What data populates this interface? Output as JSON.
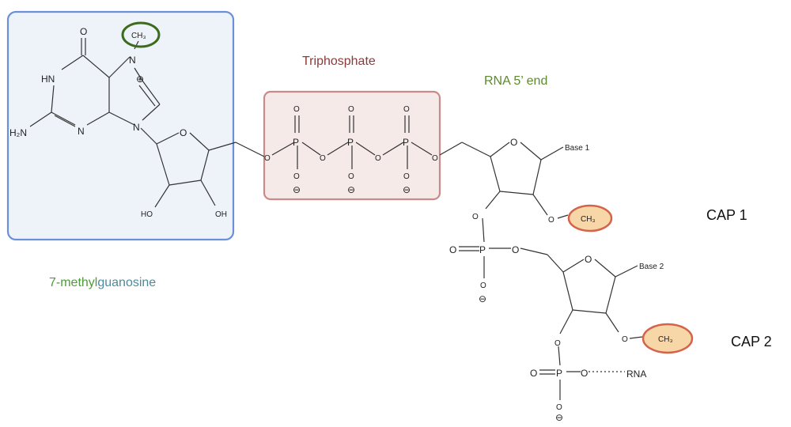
{
  "labels": {
    "triphosphate": "Triphosphate",
    "rna_end": "RNA 5’ end",
    "methylguanosine_prefix": "7-methyl",
    "methylguanosine_suffix": "guanosine",
    "cap1": "CAP 1",
    "cap2": "CAP 2"
  },
  "atoms": {
    "oxygen": "O",
    "nitrogen": "N",
    "phosphorus": "P",
    "hn": "HN",
    "h2n": "H₂N",
    "ho": "HO",
    "oh": "OH",
    "methyl": "CH₃",
    "base1": "Base 1",
    "base2": "Base 2",
    "rna": "RNA",
    "plus": "⊕",
    "minus": "⊖"
  },
  "colors": {
    "guanosine_box_stroke": "#6c8fdc",
    "guanosine_box_fill": "#eef3fa",
    "triphosphate_box_stroke": "#c98a8a",
    "triphosphate_box_fill": "#f6eae8",
    "triphosphate_label": "#8b3a3a",
    "rna_end_label": "#5c8a2c",
    "methyl_prefix": "#4f9a3a",
    "guanosine_suffix": "#4d8a9a",
    "n7_methyl_ring": "#3d6b1e",
    "cap_methyl_ring": "#d4634a",
    "cap_methyl_fill": "#f7d6a8"
  }
}
